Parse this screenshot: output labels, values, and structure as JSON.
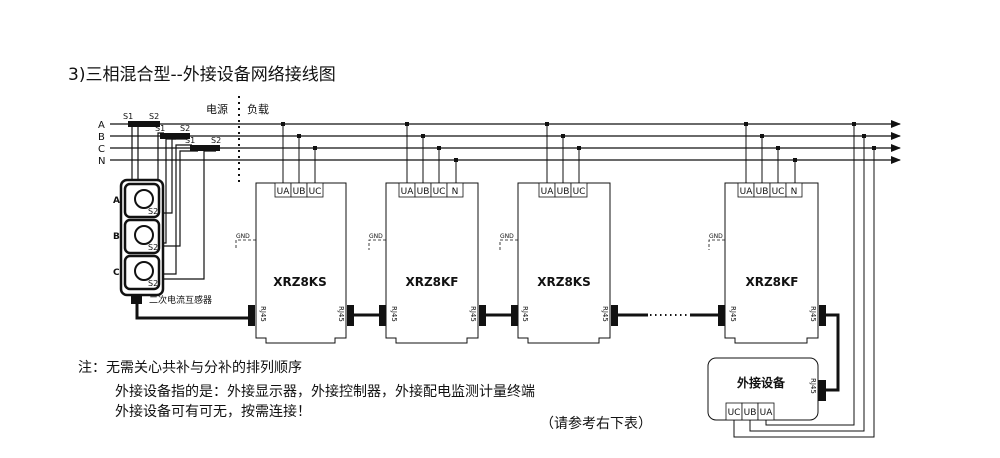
{
  "title": "3)三相混合型--外接设备网络接线图",
  "phases": [
    "A",
    "B",
    "C",
    "N"
  ],
  "split_labels": {
    "source": "电源",
    "load": "负载"
  },
  "ct": {
    "s1_label": "S1",
    "s2_label": "S2",
    "phase_labels": [
      "A",
      "B",
      "C"
    ],
    "caption": "二次电流互感器"
  },
  "gnd_label": "GND",
  "port_label": "RJ45",
  "terminal_labels": [
    "UA",
    "UB",
    "UC",
    "N"
  ],
  "devices": [
    {
      "model": "XRZ8KS",
      "terminals": [
        "UA",
        "UB",
        "UC"
      ]
    },
    {
      "model": "XRZ8KF",
      "terminals": [
        "UA",
        "UB",
        "UC",
        "N"
      ]
    },
    {
      "model": "XRZ8KS",
      "terminals": [
        "UA",
        "UB",
        "UC"
      ]
    },
    {
      "model": "XRZ8KF",
      "terminals": [
        "UA",
        "UB",
        "UC",
        "N"
      ]
    }
  ],
  "external": {
    "title": "外接设备",
    "terminals": [
      "UC",
      "UB",
      "UA"
    ]
  },
  "notes": {
    "line1": "注：无需关心共补与分补的排列顺序",
    "line2": "外接设备指的是：外接显示器，外接控制器，外接配电监测计量终端",
    "line3": "外接设备可有可无，按需连接！",
    "line4": "（请参考右下表）"
  }
}
